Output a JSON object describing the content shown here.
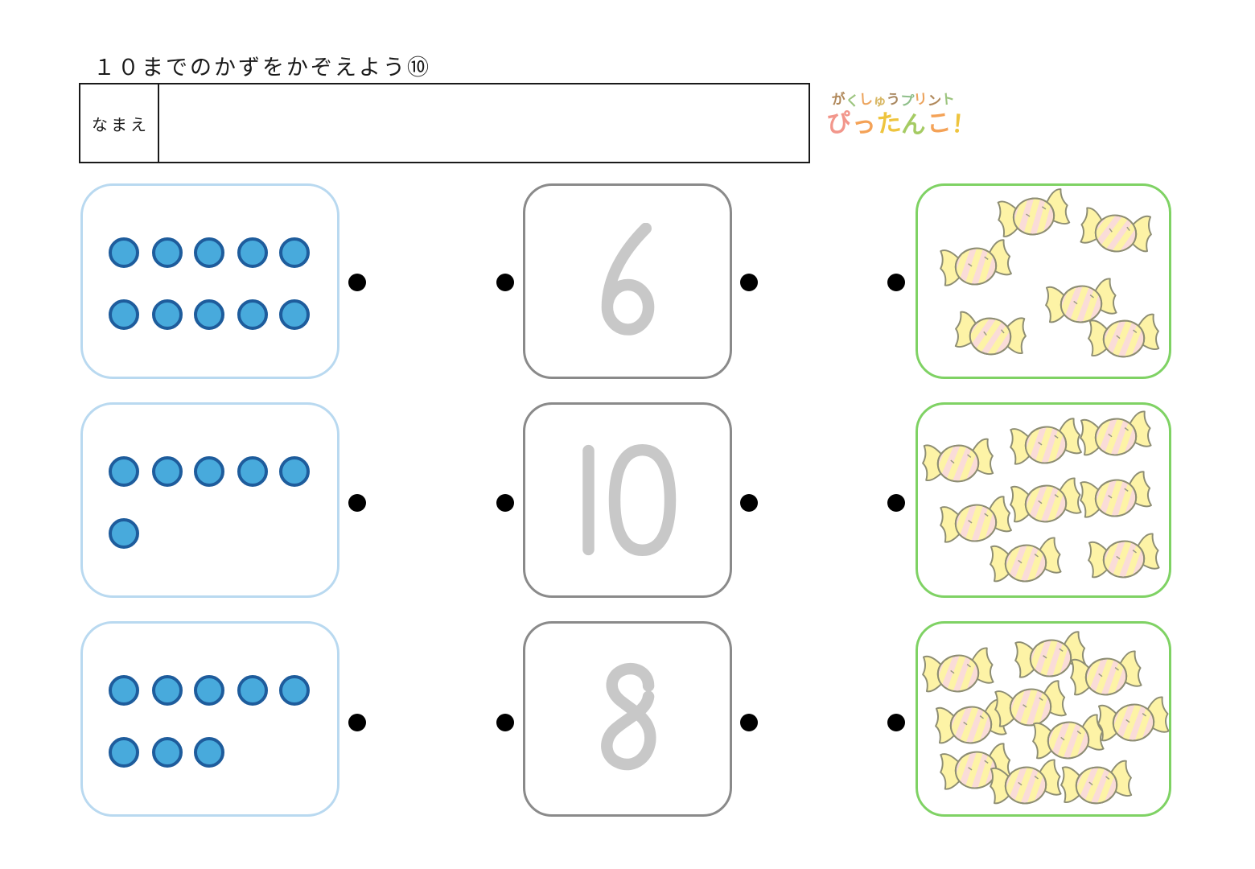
{
  "page_title": "１０までのかずをかぞえよう⑩",
  "name_box": {
    "label": "なまえ",
    "value": ""
  },
  "logo": {
    "line1": [
      {
        "ch": "が",
        "color": "#b0885a"
      },
      {
        "ch": "く",
        "color": "#9cc47e"
      },
      {
        "ch": "し",
        "color": "#eca45e"
      },
      {
        "ch": "ゅ",
        "color": "#d9b968"
      },
      {
        "ch": "う",
        "color": "#a8875f"
      },
      {
        "ch": "プ",
        "color": "#8fbf8a"
      },
      {
        "ch": "リ",
        "color": "#eca45e"
      },
      {
        "ch": "ン",
        "color": "#b0885a"
      },
      {
        "ch": "ト",
        "color": "#9cc47e"
      }
    ],
    "line2": [
      {
        "ch": "ぴ",
        "color": "#f2968b"
      },
      {
        "ch": "っ",
        "color": "#f4a257"
      },
      {
        "ch": "た",
        "color": "#eec43e"
      },
      {
        "ch": "ん",
        "color": "#a5cb63"
      },
      {
        "ch": "こ",
        "color": "#f4a257"
      },
      {
        "ch": "！",
        "color": "#eec43e"
      }
    ]
  },
  "colors": {
    "dot_fill": "#48aadc",
    "dot_border": "#1e5c9c",
    "dots_box_border": "#b9d9f0",
    "number_box_border": "#8a8a8a",
    "number_color": "#c8c8c8",
    "candy_box_border": "#7fd264",
    "candy_outline": "#8d8d73",
    "candy_body": "#fadcd8",
    "candy_stripe": "#fdf3a6",
    "connector_dot": "#000000"
  },
  "rows": [
    {
      "dot_count": 10,
      "dot_rows": [
        5,
        5
      ],
      "number": "6",
      "candy_count": 6,
      "candies": [
        {
          "x": 46,
          "y": 16,
          "r": -12
        },
        {
          "x": 79,
          "y": 25,
          "r": 8
        },
        {
          "x": 23,
          "y": 42,
          "r": -10
        },
        {
          "x": 65,
          "y": 62,
          "r": -8
        },
        {
          "x": 29,
          "y": 79,
          "r": 6
        },
        {
          "x": 82,
          "y": 80,
          "r": -6
        }
      ]
    },
    {
      "dot_count": 6,
      "dot_rows": [
        5,
        1
      ],
      "number": "10",
      "candy_count": 8,
      "candies": [
        {
          "x": 16,
          "y": 31,
          "r": -6
        },
        {
          "x": 51,
          "y": 21,
          "r": -10
        },
        {
          "x": 79,
          "y": 17,
          "r": -8
        },
        {
          "x": 23,
          "y": 62,
          "r": -10
        },
        {
          "x": 51,
          "y": 52,
          "r": -8
        },
        {
          "x": 79,
          "y": 49,
          "r": -10
        },
        {
          "x": 43,
          "y": 83,
          "r": -8
        },
        {
          "x": 82,
          "y": 81,
          "r": -8
        }
      ]
    },
    {
      "dot_count": 8,
      "dot_rows": [
        5,
        3
      ],
      "number": "8",
      "candy_count": 10,
      "candies": [
        {
          "x": 16,
          "y": 26,
          "r": -8
        },
        {
          "x": 53,
          "y": 18,
          "r": -10
        },
        {
          "x": 75,
          "y": 28,
          "r": -8
        },
        {
          "x": 21,
          "y": 53,
          "r": -8
        },
        {
          "x": 45,
          "y": 44,
          "r": -10
        },
        {
          "x": 60,
          "y": 61,
          "r": -8
        },
        {
          "x": 86,
          "y": 52,
          "r": -8
        },
        {
          "x": 23,
          "y": 77,
          "r": -10
        },
        {
          "x": 43,
          "y": 85,
          "r": -8
        },
        {
          "x": 71,
          "y": 85,
          "r": -6
        }
      ]
    }
  ],
  "dot_grid": {
    "col_percents": [
      16.1,
      33.2,
      49.7,
      66.8,
      83.2
    ],
    "row_percents": [
      35,
      67.5
    ]
  },
  "connector_dots": {
    "xs": [
      444,
      628,
      931,
      1114
    ],
    "ys": [
      351,
      625,
      898
    ]
  }
}
